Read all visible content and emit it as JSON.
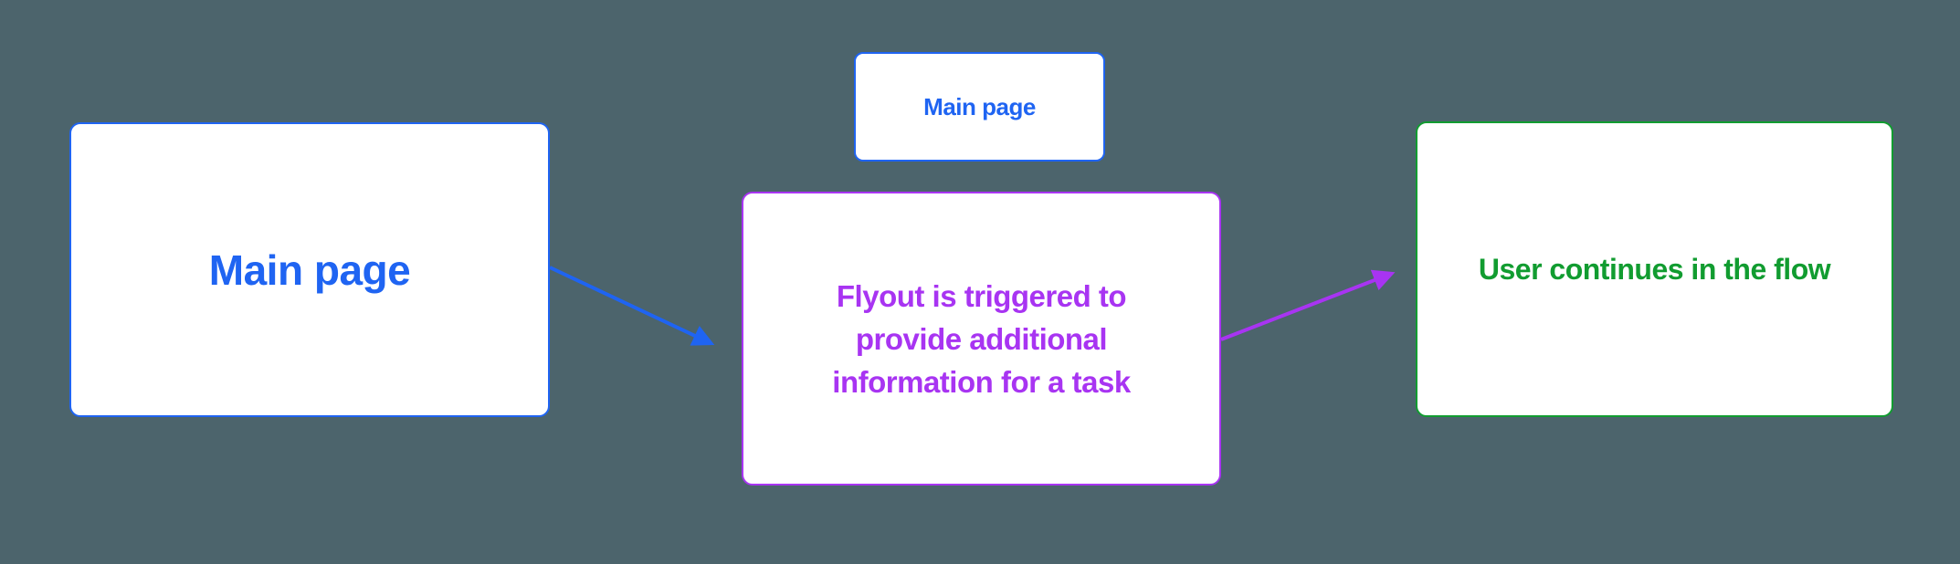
{
  "colors": {
    "bg": "#4c646c",
    "node-bg": "#ffffff",
    "blue": "#1f64f2",
    "purple": "#a834f2",
    "green": "#119c30"
  },
  "diagram": {
    "nodes": {
      "main_page": {
        "label": "Main page",
        "color": "blue"
      },
      "main_page_small": {
        "label": "Main page",
        "color": "blue"
      },
      "flyout": {
        "label": "Flyout is triggered to\nprovide additional\ninformation for a task",
        "color": "purple"
      },
      "user_continues": {
        "label": "User continues in the flow",
        "color": "green"
      }
    },
    "connectors": [
      {
        "from": "main_page",
        "to": "flyout",
        "color": "blue"
      },
      {
        "from": "flyout",
        "to": "user_continues",
        "color": "purple"
      }
    ]
  }
}
